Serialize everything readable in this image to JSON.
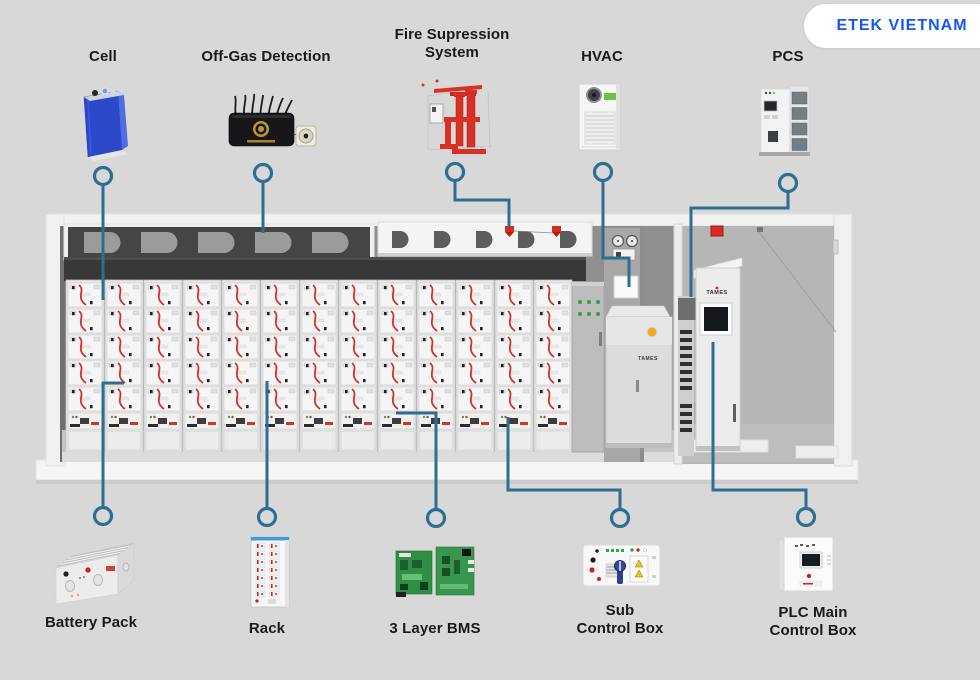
{
  "badge": {
    "label": "ETEK VIETNAM",
    "color": "#1656f2",
    "bg": "#ffffff"
  },
  "colors": {
    "background": "#d8d8d8",
    "connector": "#2d6e92",
    "label_text": "#191919",
    "cell_blue": "#2b49c8",
    "fire_red": "#d93025",
    "pcb_green": "#2f8f45"
  },
  "top_items": [
    {
      "id": "cell",
      "label": "Cell",
      "icon": "battery-cell-icon"
    },
    {
      "id": "off-gas-detection",
      "label": "Off-Gas Detection",
      "icon": "off-gas-detector-icon"
    },
    {
      "id": "fire-supression-system",
      "label_lines": [
        "Fire Supression",
        "System"
      ],
      "icon": "fire-suppression-skid-icon"
    },
    {
      "id": "hvac",
      "label": "HVAC",
      "icon": "hvac-unit-icon"
    },
    {
      "id": "pcs",
      "label": "PCS",
      "icon": "pcs-cabinet-icon"
    }
  ],
  "bottom_items": [
    {
      "id": "battery-pack",
      "label": "Battery Pack",
      "icon": "battery-pack-icon"
    },
    {
      "id": "rack",
      "label": "Rack",
      "icon": "battery-rack-icon"
    },
    {
      "id": "3-layer-bms",
      "label": "3 Layer BMS",
      "icon": "bms-pcb-icon"
    },
    {
      "id": "sub-control-box",
      "label_lines": [
        "Sub",
        "Control Box"
      ],
      "icon": "sub-control-box-icon"
    },
    {
      "id": "plc-main-control-box",
      "label_lines": [
        "PLC Main",
        "Control Box"
      ],
      "icon": "plc-main-control-box-icon"
    }
  ],
  "container": {
    "cabinet_logo": "TAMES"
  }
}
